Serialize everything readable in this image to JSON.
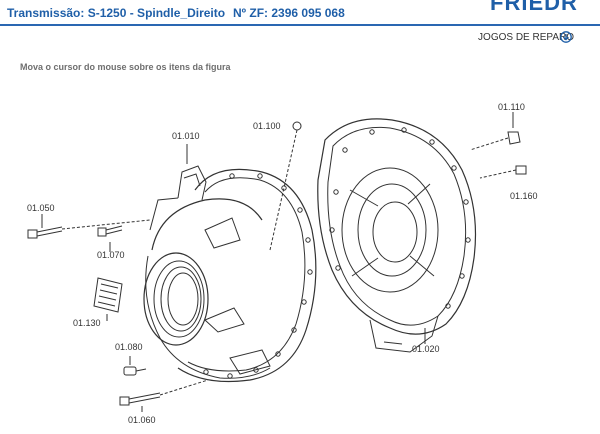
{
  "header": {
    "title": "Transmissão: S-1250 - Spindle_Direito",
    "zf_number": "Nº ZF: 2396 095 068",
    "brand": "FRIEDR"
  },
  "repair_link": {
    "label": "JOGOS DE REPARO",
    "icon": "circle-arrow-down-icon"
  },
  "hint": "Mova o cursor do mouse sobre os itens da figura",
  "parts": [
    {
      "id": "01.010",
      "label": "01.010"
    },
    {
      "id": "01.100",
      "label": "01.100"
    },
    {
      "id": "01.110",
      "label": "01.110"
    },
    {
      "id": "01.050",
      "label": "01.050"
    },
    {
      "id": "01.160",
      "label": "01.160"
    },
    {
      "id": "01.070",
      "label": "01.070"
    },
    {
      "id": "01.130",
      "label": "01.130"
    },
    {
      "id": "01.020",
      "label": "01.020"
    },
    {
      "id": "01.080",
      "label": "01.080"
    },
    {
      "id": "01.060",
      "label": "01.060"
    }
  ],
  "colors": {
    "accent": "#1f5fa8",
    "rule": "#2a67b2",
    "line": "#333333"
  }
}
